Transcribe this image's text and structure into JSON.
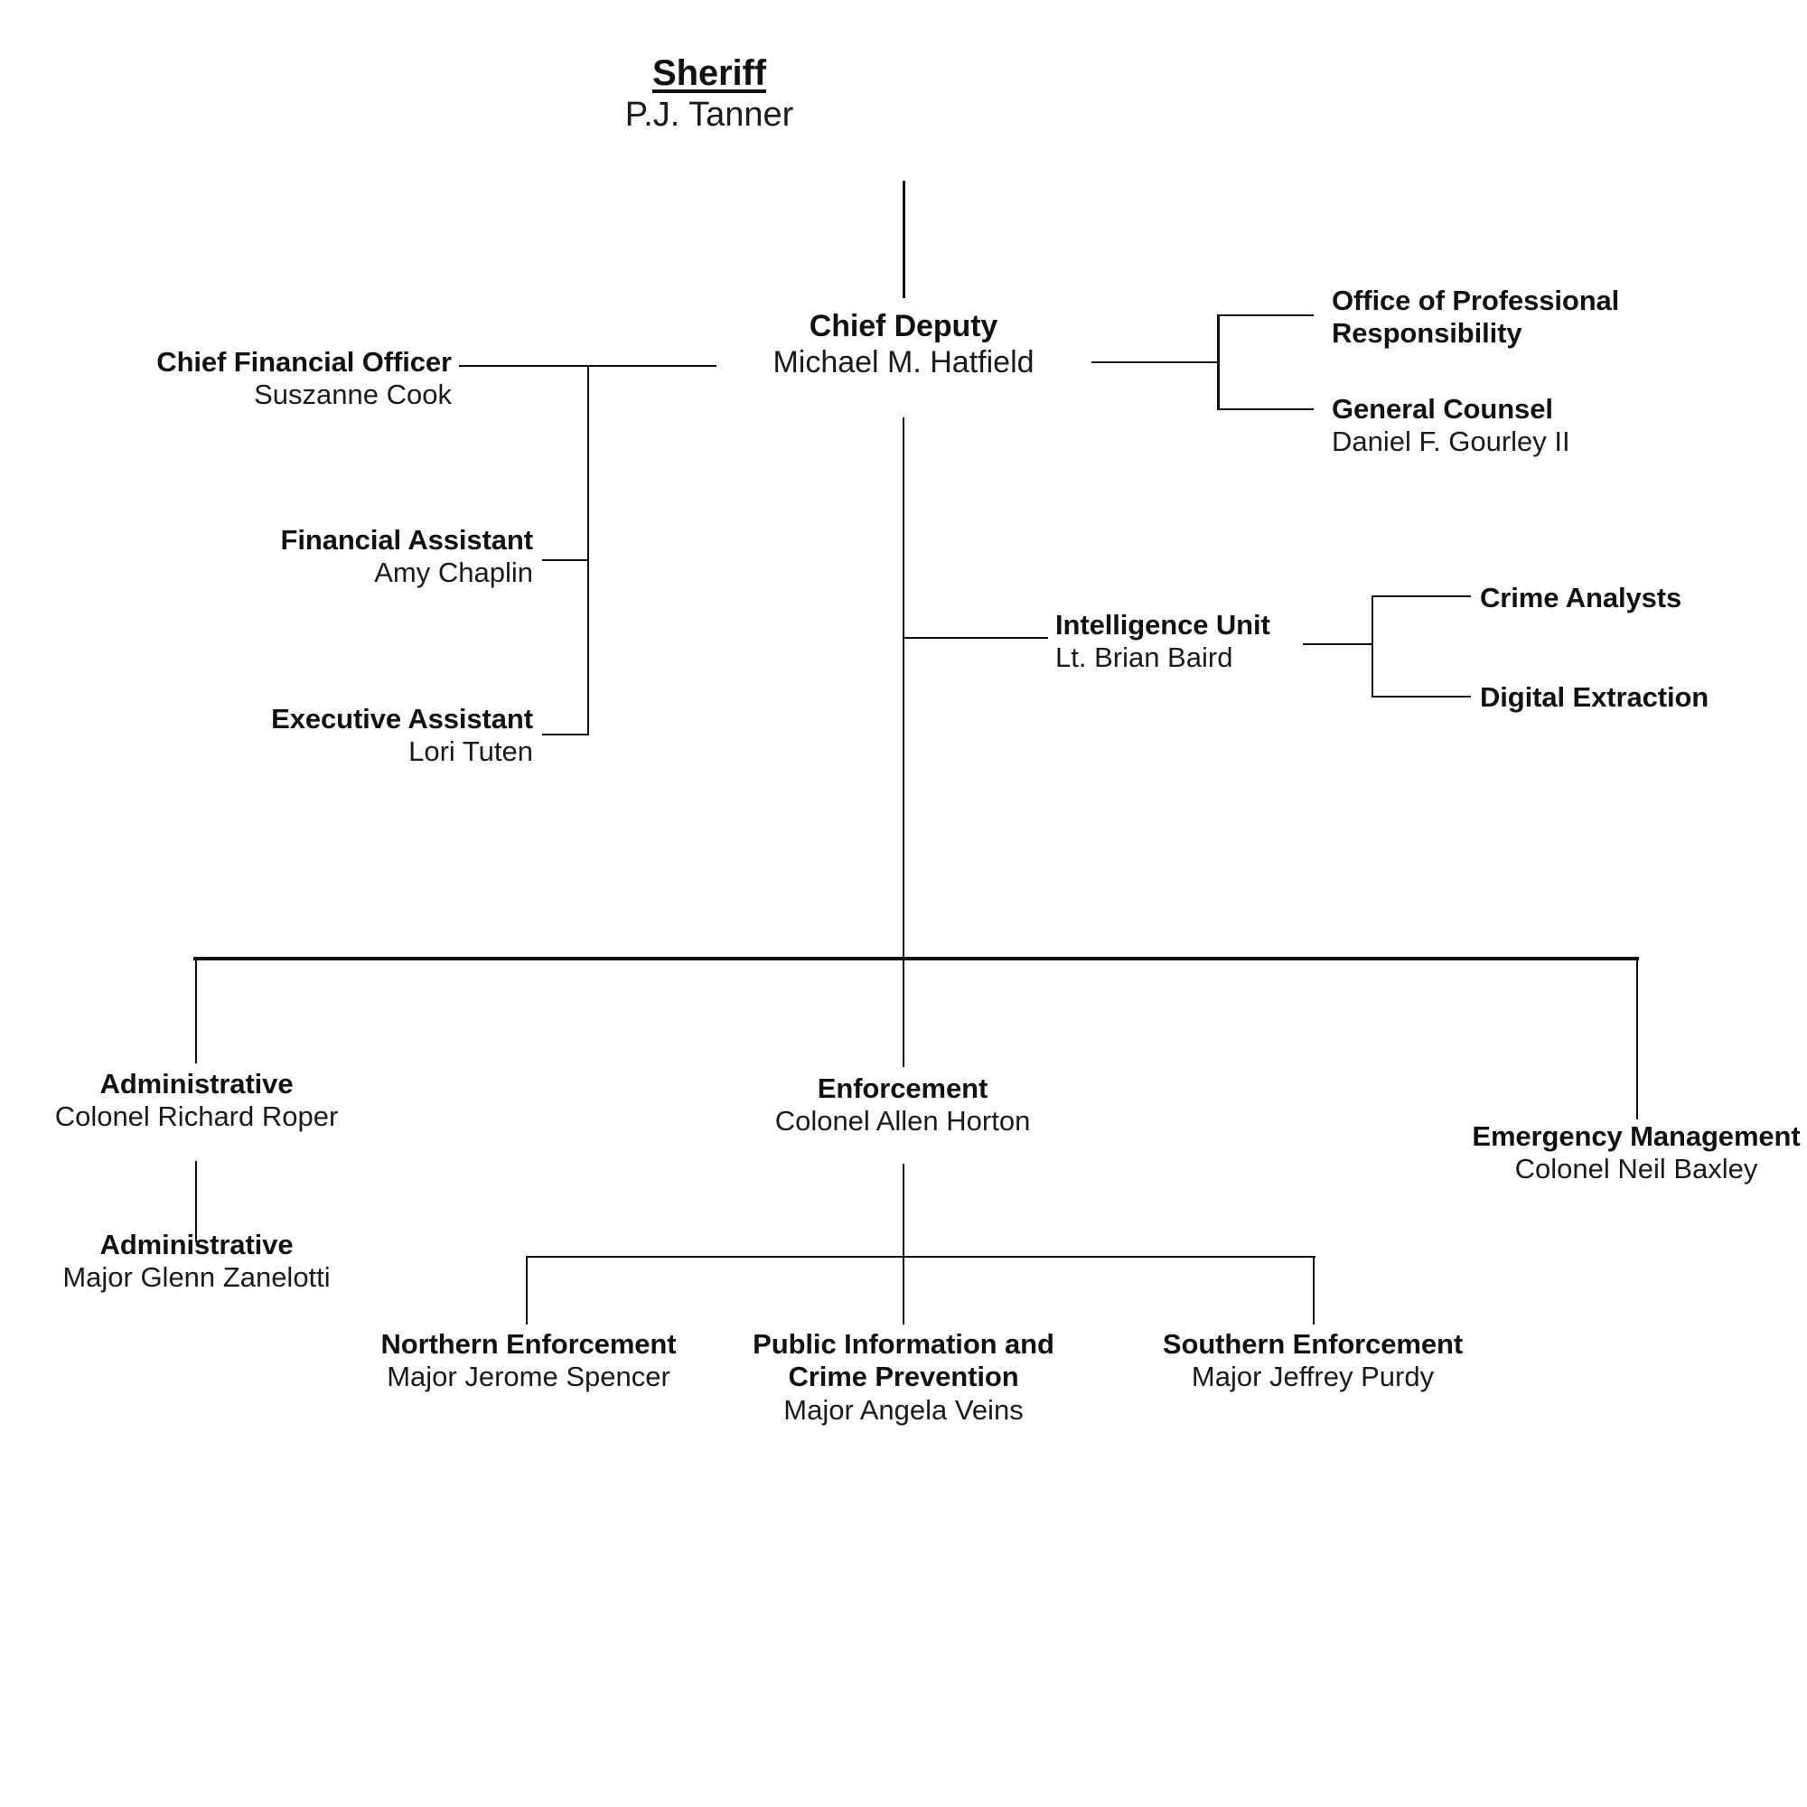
{
  "chart_title": "Sheriff",
  "org": {
    "root": {
      "title": "Sheriff",
      "person": "P.J. Tanner"
    },
    "chief_deputy": {
      "title": "Chief Deputy",
      "person": "Michael M. Hatfield"
    },
    "staff_left": [
      {
        "title": "Chief Financial Officer",
        "person": "Suszanne Cook"
      },
      {
        "title": "Financial Assistant",
        "person": "Amy Chaplin"
      },
      {
        "title": "Executive Assistant",
        "person": "Lori Tuten"
      }
    ],
    "staff_right": [
      {
        "title": "Office of Professional\nResponsibility",
        "person": ""
      },
      {
        "title": "General Counsel",
        "person": "Daniel F. Gourley II"
      }
    ],
    "intelligence": {
      "title": "Intelligence Unit",
      "person": "Lt. Brian Baird",
      "children": [
        {
          "title": "Crime Analysts",
          "person": ""
        },
        {
          "title": "Digital Extraction",
          "person": ""
        }
      ]
    },
    "divisions": [
      {
        "title": "Administrative",
        "person": "Colonel Richard Roper",
        "children": [
          {
            "title": "Administrative",
            "person": "Major Glenn Zanelotti"
          }
        ]
      },
      {
        "title": "Enforcement",
        "person": "Colonel Allen Horton",
        "children": [
          {
            "title": "Northern Enforcement",
            "person": "Major Jerome Spencer"
          },
          {
            "title": "Public Information and\nCrime Prevention",
            "person": "Major Angela Veins"
          },
          {
            "title": "Southern Enforcement",
            "person": "Major Jeffrey Purdy"
          }
        ]
      },
      {
        "title": "Emergency Management",
        "person": "Colonel Neil Baxley",
        "children": []
      }
    ]
  },
  "colors": {
    "line": "#101010",
    "text": "#111111",
    "background": "#ffffff"
  }
}
